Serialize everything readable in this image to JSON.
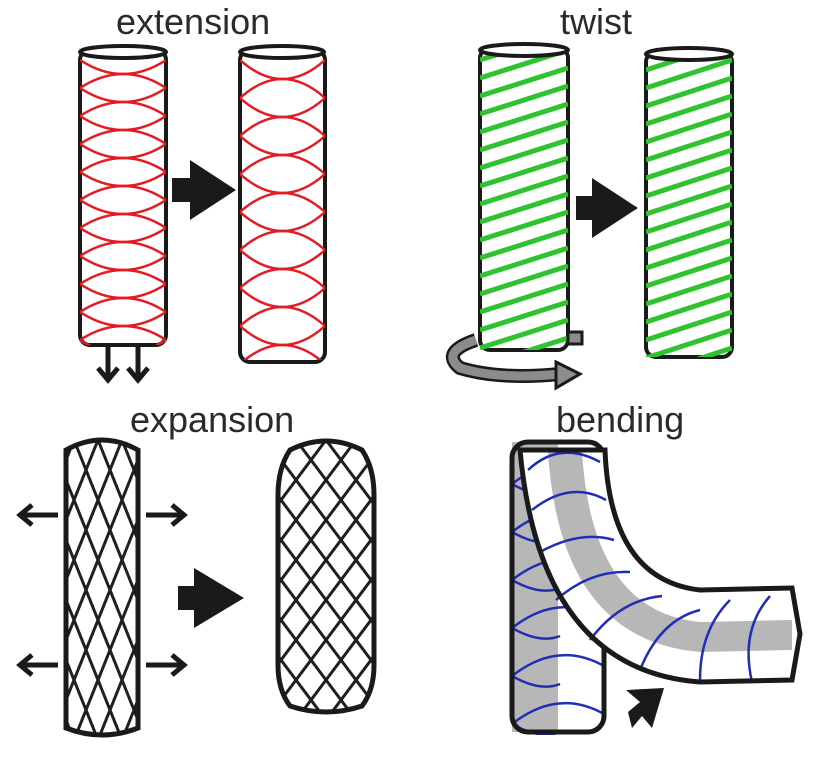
{
  "panels": {
    "extension": {
      "title": "extension",
      "fiber_color": "#e31b23"
    },
    "twist": {
      "title": "twist",
      "fiber_color": "#2fc42f"
    },
    "expansion": {
      "title": "expansion",
      "fiber_color": "#1f1f1f"
    },
    "bending": {
      "title": "bending",
      "fiber_color": "#1f2fb5",
      "band_color": "#b7b7b7"
    }
  },
  "colors": {
    "outline": "#1a1a1a",
    "arrow": "#1a1a1a",
    "twist_arrow": "#8c8c8c"
  }
}
